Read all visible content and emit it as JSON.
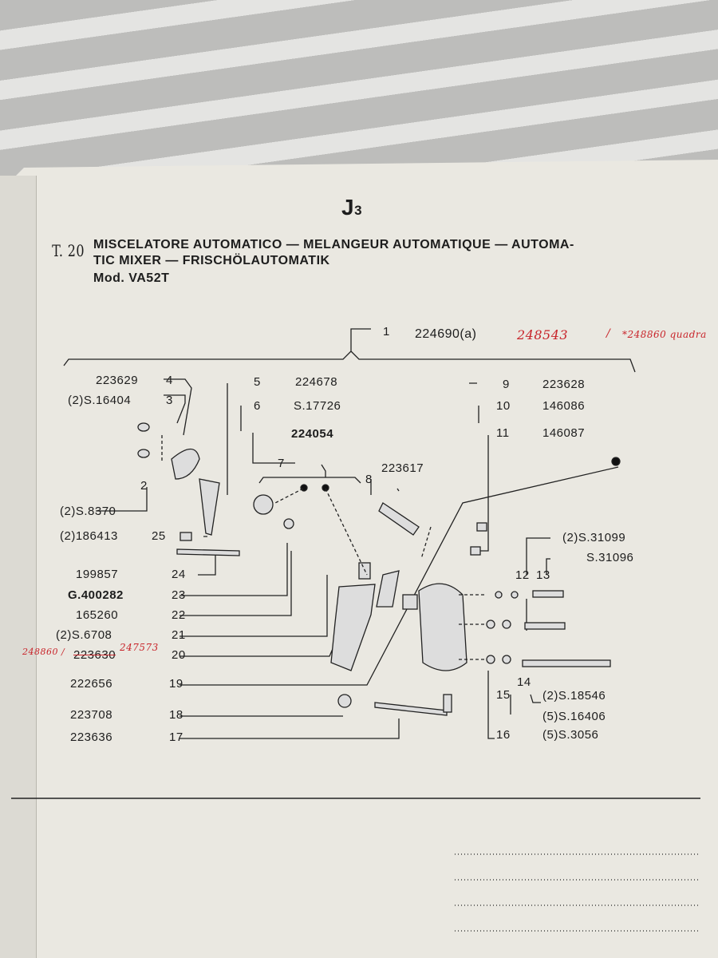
{
  "page_letter": "J",
  "page_sub": "3",
  "table_no": "T. 20",
  "title_line1": "MISCELATORE AUTOMATICO — MELANGEUR AUTOMATIQUE — AUTOMA-",
  "title_line2": "TIC MIXER — FRISCHÖLAUTOMATIK",
  "model": "Mod. VA52T",
  "assembly": {
    "num": "1",
    "code": "224690(a)",
    "note1": "248543",
    "sep": "/",
    "note2": "*248860 quadra"
  },
  "left_parts": [
    {
      "code": "223629",
      "num": "4"
    },
    {
      "code": "(2)S.16404",
      "num": "3"
    },
    {
      "code": "",
      "num": "2"
    },
    {
      "code": "(2)S.8370",
      "num": ""
    },
    {
      "code": "(2)186413",
      "num": "25"
    },
    {
      "code": "199857",
      "num": "24"
    },
    {
      "code": "G.400282",
      "num": "23"
    },
    {
      "code": "165260",
      "num": "22"
    },
    {
      "code": "(2)S.6708",
      "num": "21"
    },
    {
      "code": "223630",
      "num": "20",
      "note_before": "248860 /",
      "note_after": "247573"
    },
    {
      "code": "222656",
      "num": "19"
    },
    {
      "code": "223708",
      "num": "18"
    },
    {
      "code": "223636",
      "num": "17"
    }
  ],
  "top_parts": [
    {
      "num": "5",
      "code": "224678"
    },
    {
      "num": "6",
      "code": "S.17726"
    },
    {
      "num": "",
      "code": "224054"
    },
    {
      "num": "7",
      "code": ""
    },
    {
      "num": "8",
      "code": "223617"
    },
    {
      "num": "9",
      "code": "223628"
    },
    {
      "num": "10",
      "code": "146086"
    },
    {
      "num": "11",
      "code": "146087"
    }
  ],
  "right_parts": [
    {
      "num": "",
      "code": "(2)S.31099"
    },
    {
      "num": "",
      "code": "S.31096"
    },
    {
      "num": "12",
      "code": ""
    },
    {
      "num": "13",
      "code": ""
    },
    {
      "num": "14",
      "code": "(2)S.18546"
    },
    {
      "num": "15",
      "code": "(5)S.16406"
    },
    {
      "num": "16",
      "code": "(5)S.3056"
    }
  ]
}
